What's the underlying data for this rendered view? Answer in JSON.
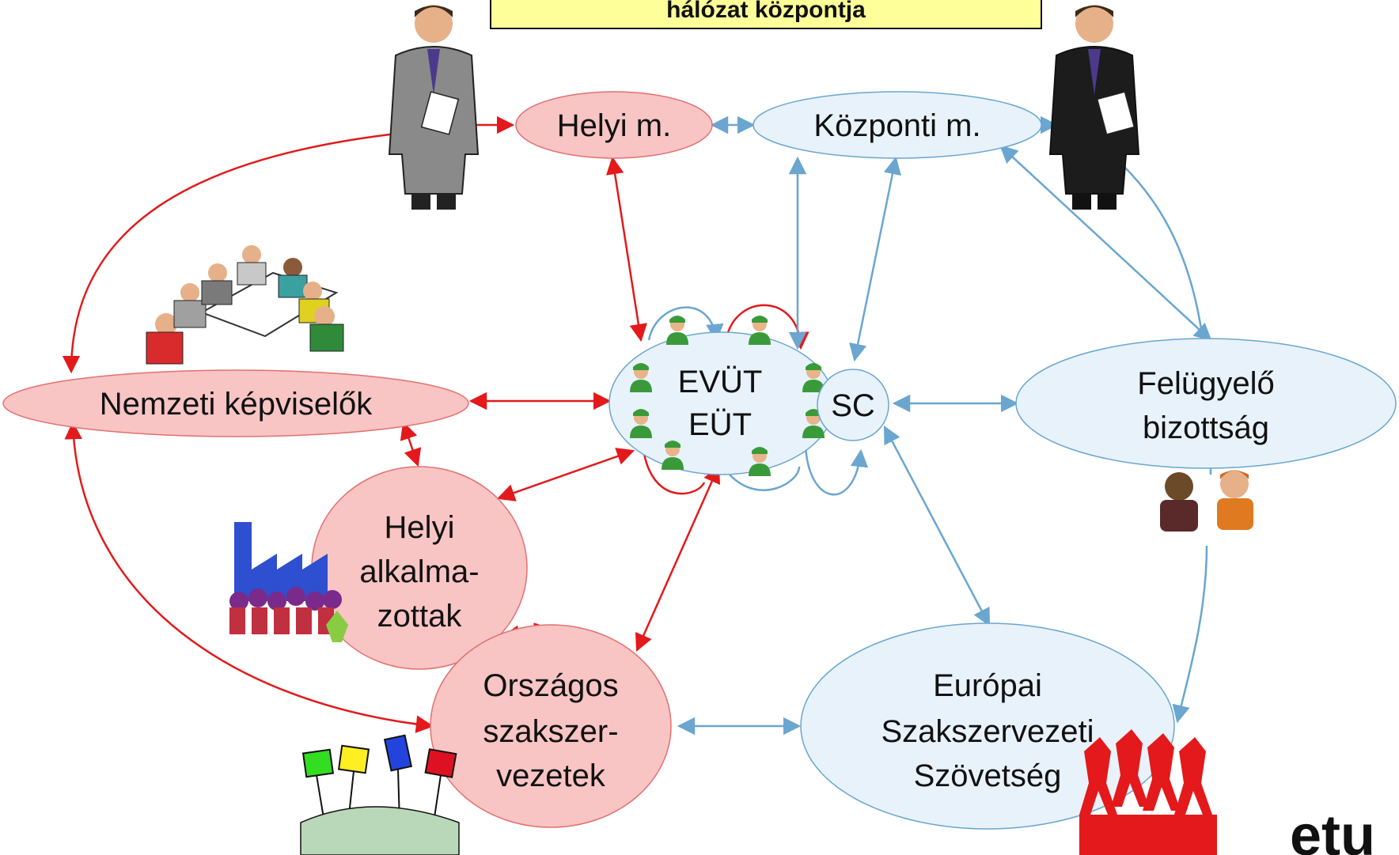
{
  "header": {
    "title_fragment": "hálózat központja"
  },
  "nodes": {
    "helyi_m": "Helyi m.",
    "kozponti_m": "Központi m.",
    "nemzeti": "Nemzeti képviselők",
    "evut_1": "EVÜT",
    "evut_2": "EÜT",
    "sc": "SC",
    "felugyelo_1": "Felügyelő",
    "felugyelo_2": "bizottság",
    "helyi_alk_1": "Helyi",
    "helyi_alk_2": "alkalma-",
    "helyi_alk_3": "zottak",
    "orszagos_1": "Országos",
    "orszagos_2": "szakszer-",
    "orszagos_3": "vezetek",
    "europai_1": "Európai",
    "europai_2": "Szakszervezeti",
    "europai_3": "Szövetség"
  },
  "logo": {
    "text": "etu"
  },
  "colors": {
    "red_node_fill": "#f8c4c4",
    "blue_node_fill": "#e8f2fa",
    "red_arrow": "#e3191b",
    "blue_arrow": "#6aa6d0",
    "title_box_fill": "#ffff99",
    "etuc_red": "#e3191b"
  },
  "icons": [
    "businessman-gray-icon",
    "businessman-black-icon",
    "meeting-table-icon",
    "factory-workers-icon",
    "protest-crowd-icon",
    "worker-avatar-icon",
    "etuc-figures-icon"
  ]
}
